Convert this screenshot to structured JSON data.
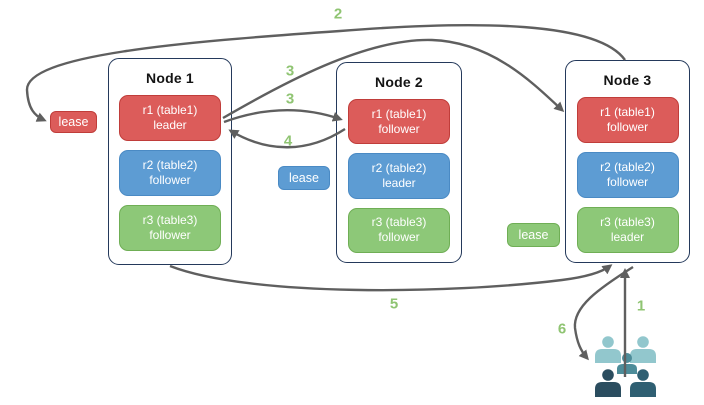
{
  "nodes": [
    {
      "title": "Node 1",
      "ranges": [
        {
          "name": "r1 (table1)",
          "role": "leader",
          "color": "red"
        },
        {
          "name": "r2 (table2)",
          "role": "follower",
          "color": "blue"
        },
        {
          "name": "r3 (table3)",
          "role": "follower",
          "color": "green"
        }
      ]
    },
    {
      "title": "Node 2",
      "ranges": [
        {
          "name": "r1 (table1)",
          "role": "follower",
          "color": "red"
        },
        {
          "name": "r2 (table2)",
          "role": "leader",
          "color": "blue"
        },
        {
          "name": "r3 (table3)",
          "role": "follower",
          "color": "green"
        }
      ]
    },
    {
      "title": "Node 3",
      "ranges": [
        {
          "name": "r1 (table1)",
          "role": "follower",
          "color": "red"
        },
        {
          "name": "r2 (table2)",
          "role": "follower",
          "color": "blue"
        },
        {
          "name": "r3 (table3)",
          "role": "leader",
          "color": "green"
        }
      ]
    }
  ],
  "leases": {
    "red": "lease",
    "blue": "lease",
    "green": "lease"
  },
  "steps": {
    "s1": "1",
    "s2": "2",
    "s3a": "3",
    "s3b": "3",
    "s4": "4",
    "s5": "5",
    "s6": "6"
  },
  "icons": {
    "users": "users-icon"
  },
  "colors": {
    "range_red": "#dc5c5a",
    "range_red_border": "#c03d3a",
    "range_blue": "#5d9cd3",
    "range_blue_border": "#4a8ac4",
    "range_green": "#8dc878",
    "range_green_border": "#6fae55",
    "node_border": "#24395b",
    "arrow": "#5f5f5f",
    "step_label": "#8fc472",
    "user_light": "#92c7cd",
    "user_medium": "#4d8c99",
    "user_dark_left": "#2b4d5f",
    "user_dark_right": "#2f5f72"
  }
}
